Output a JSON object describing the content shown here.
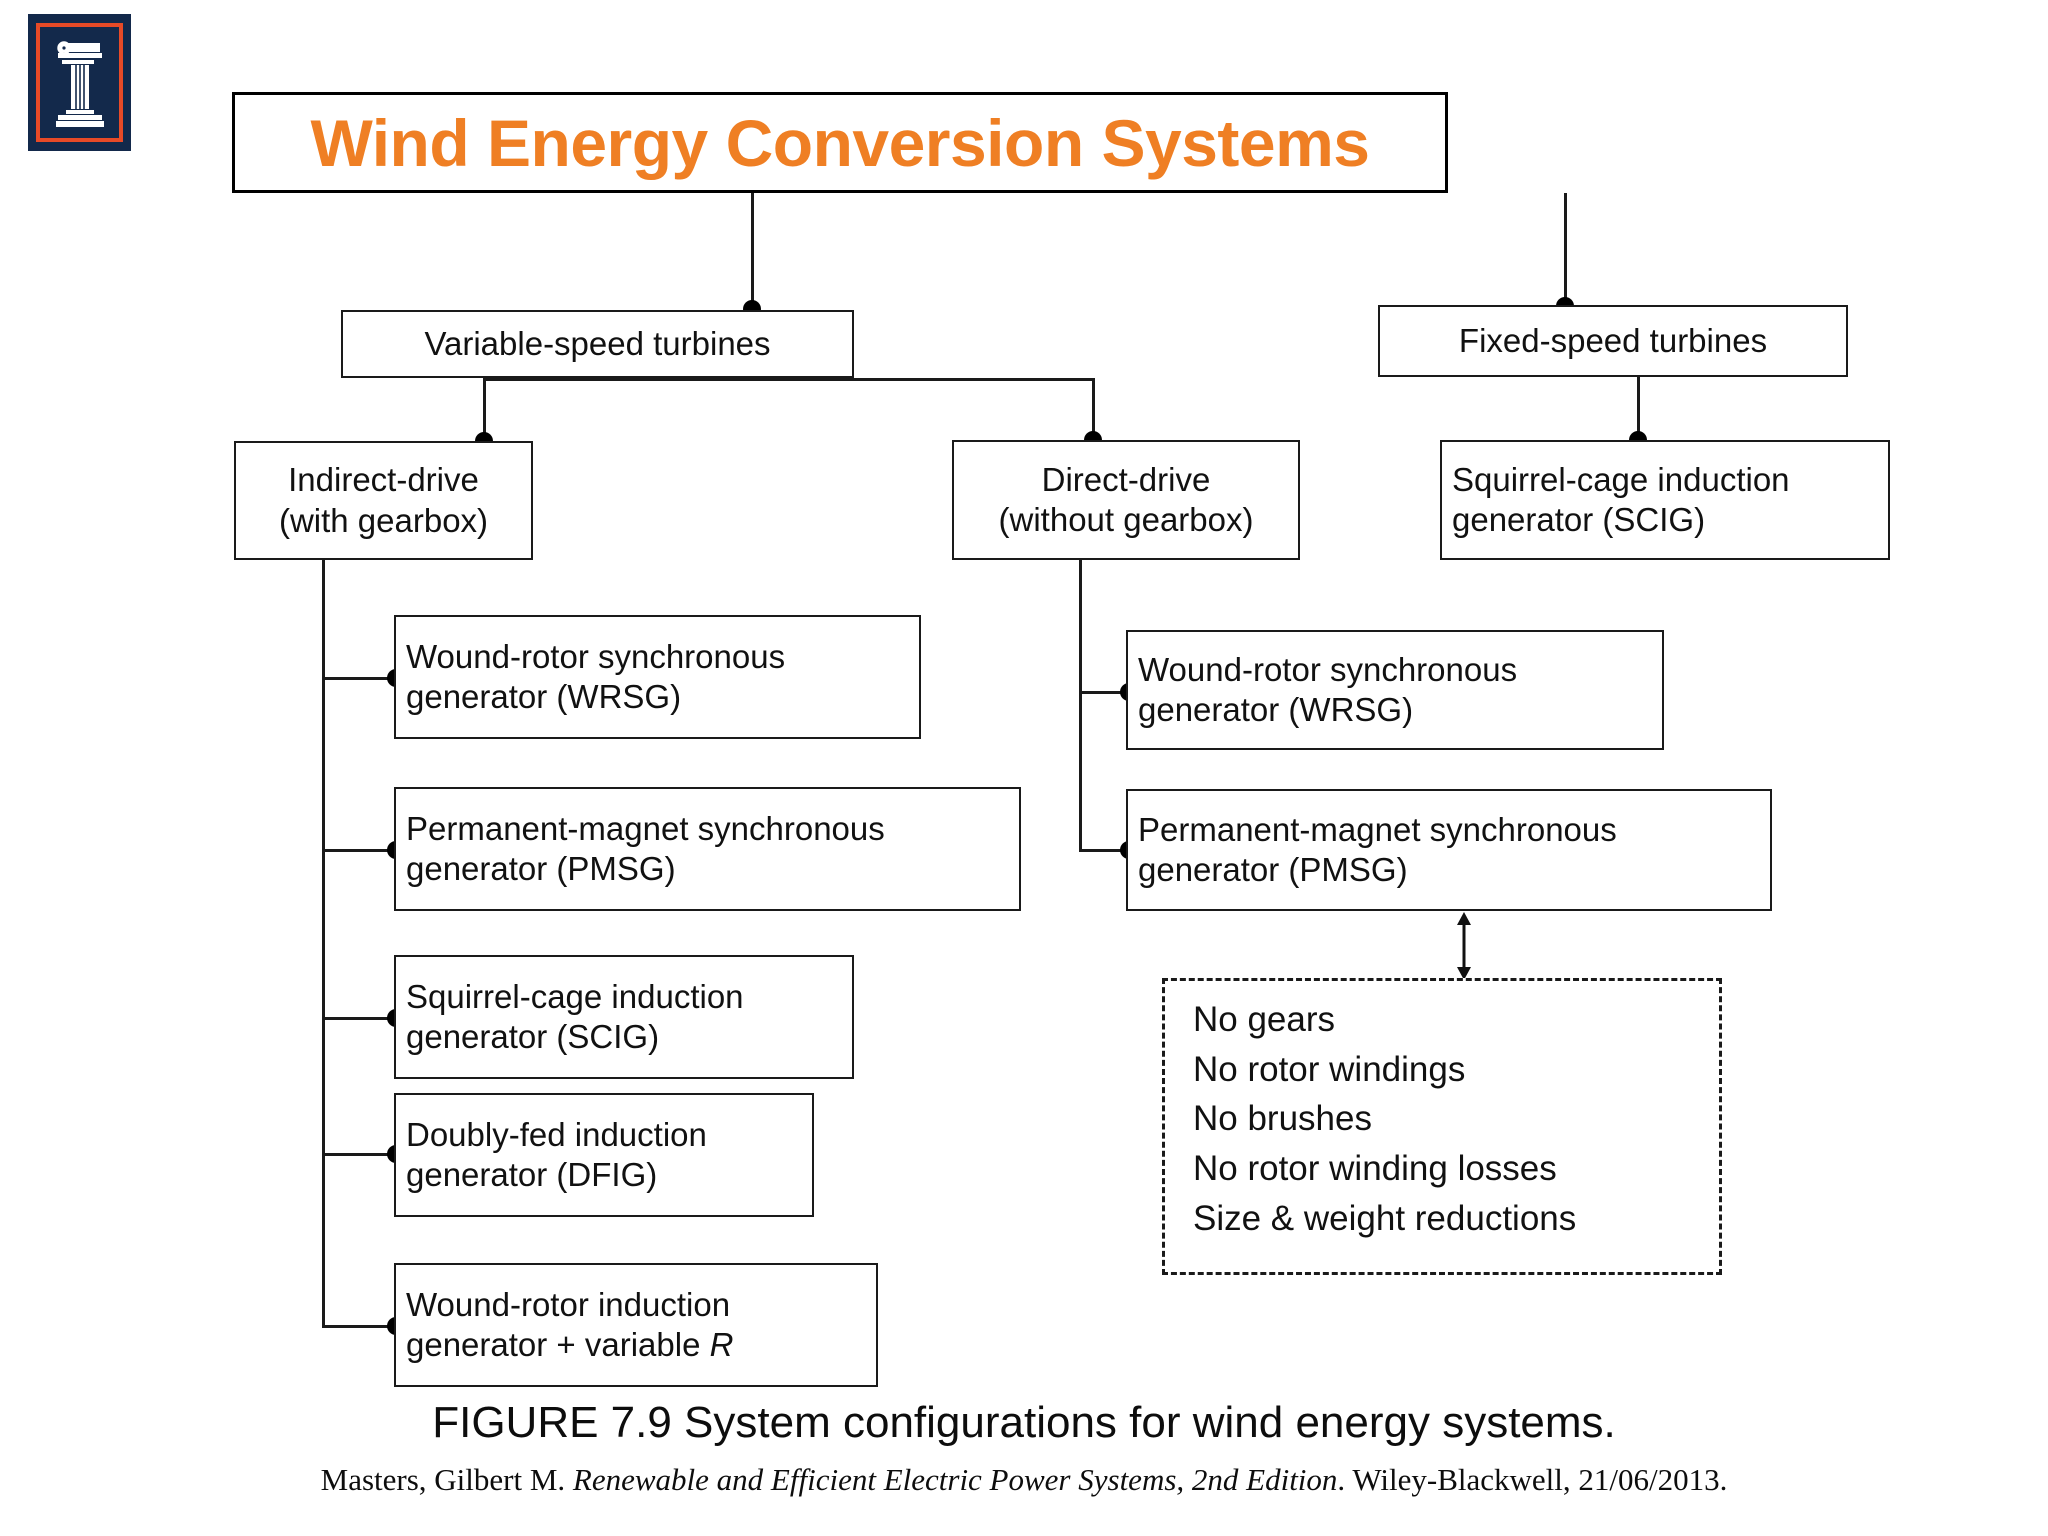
{
  "logo": {
    "name": "university-of-illinois-block-i-logo",
    "navy": "#13294b",
    "orange": "#e84a27"
  },
  "title": {
    "text": "Wind Energy Conversion Systems",
    "color": "#ef7f24"
  },
  "tier2": {
    "variable": "Variable-speed turbines",
    "fixed": "Fixed-speed turbines"
  },
  "tier3": {
    "indirect": "Indirect-drive\n(with gearbox)",
    "direct": "Direct-drive\n(without gearbox)",
    "scig_fixed": "Squirrel-cage induction\ngenerator (SCIG)"
  },
  "indirect_leaves": [
    "Wound-rotor synchronous\ngenerator (WRSG)",
    "Permanent-magnet synchronous\ngenerator (PMSG)",
    "Squirrel-cage induction\ngenerator (SCIG)",
    "Doubly-fed induction\ngenerator (DFIG)",
    "Wound-rotor induction\ngenerator + variable R"
  ],
  "direct_leaves": [
    "Wound-rotor synchronous\ngenerator (WRSG)",
    "Permanent-magnet synchronous\ngenerator (PMSG)"
  ],
  "callout": {
    "lines": [
      "No gears",
      "No rotor windings",
      "No brushes",
      "No rotor winding losses",
      "Size & weight reductions"
    ]
  },
  "caption": {
    "text": "FIGURE 7.9 System configurations for wind energy systems."
  },
  "citation": {
    "author": "Masters, Gilbert M.",
    "work_italic": "Renewable and Efficient Electric Power Systems,  2nd Edition",
    "publisher": ". Wiley-Blackwell, 21/06/2013."
  }
}
